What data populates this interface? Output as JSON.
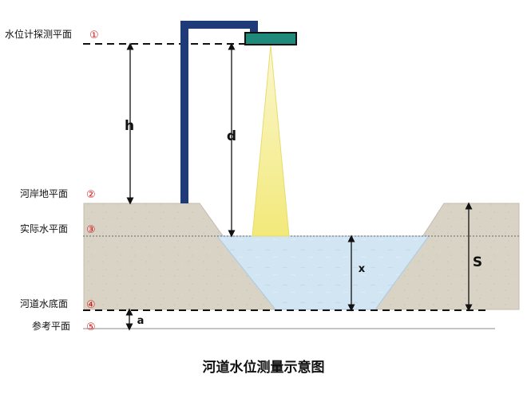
{
  "levels": [
    {
      "label": "水位计探测平面",
      "marker": "①"
    },
    {
      "label": "河岸地平面",
      "marker": "②"
    },
    {
      "label": "实际水平面",
      "marker": "③"
    },
    {
      "label": "河道水底面",
      "marker": "④"
    },
    {
      "label": "参考平面",
      "marker": "⑤"
    }
  ],
  "dimensions": {
    "h": "h",
    "d": "d",
    "x": "x",
    "S": "S",
    "a": "a"
  },
  "caption": "河道水位测量示意图",
  "colors": {
    "bank": "#d8d2c4",
    "bank_edge": "#c4bdae",
    "water": "#cfe3f2",
    "water_edge": "#a9c9e3",
    "pole": "#1e3a78",
    "sensor": "#1f8a7a",
    "beam": "#f4ee9a"
  }
}
